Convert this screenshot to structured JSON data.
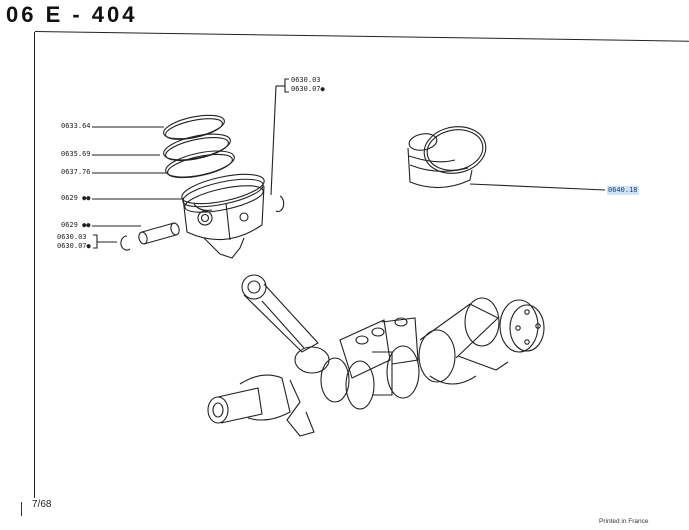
{
  "header": {
    "title": "06 E - 404"
  },
  "footer": {
    "page_number": "7/68",
    "printed_note": "Printed in France"
  },
  "references": {
    "ring_top": "0633.64",
    "ring_middle": "0635.69",
    "ring_bottom": "0637.76",
    "piston": "0629 ●●",
    "gudgeon_pin": "0629 ●●",
    "circlip_left_a": "0630.03",
    "circlip_left_b": "0630.07●",
    "circlip_right_a": "0630.03",
    "circlip_right_b": "0630.07●",
    "liner_kit": "0640.18"
  }
}
